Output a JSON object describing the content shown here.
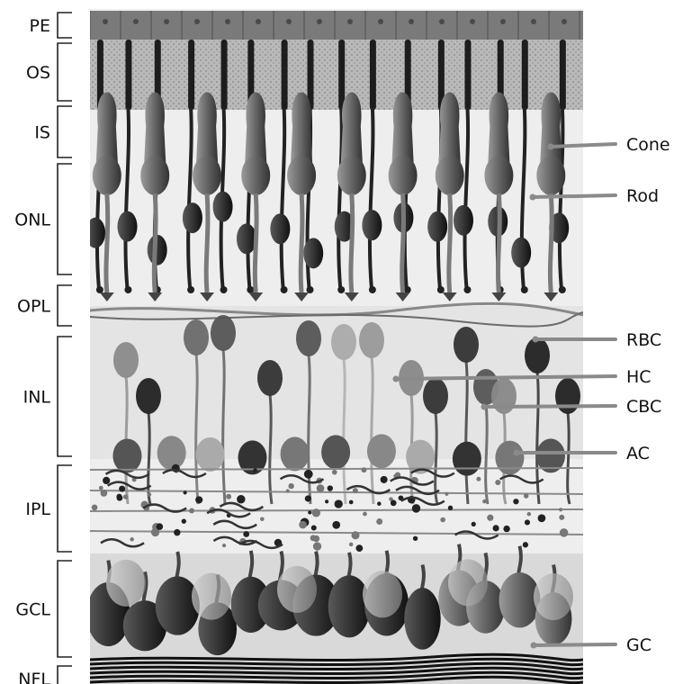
{
  "layers": [
    {
      "id": "pe",
      "label": "PE"
    },
    {
      "id": "os",
      "label": "OS"
    },
    {
      "id": "is",
      "label": "IS"
    },
    {
      "id": "onl",
      "label": "ONL"
    },
    {
      "id": "opl",
      "label": "OPL"
    },
    {
      "id": "inl",
      "label": "INL"
    },
    {
      "id": "ipl",
      "label": "IPL"
    },
    {
      "id": "gcl",
      "label": "GCL"
    },
    {
      "id": "nfl",
      "label": "NFL"
    }
  ],
  "cell_types": [
    {
      "id": "cone",
      "label": "Cone"
    },
    {
      "id": "rod",
      "label": "Rod"
    },
    {
      "id": "rbc",
      "label": "RBC"
    },
    {
      "id": "hc",
      "label": "HC"
    },
    {
      "id": "cbc",
      "label": "CBC"
    },
    {
      "id": "ac",
      "label": "AC"
    },
    {
      "id": "gc",
      "label": "GC"
    }
  ],
  "colors": {
    "background": "#ffffff",
    "text": "#111111",
    "bracket": "#222222",
    "leader": "#8a8a8a",
    "cell_dark": "#2b2b2b",
    "cell_mid": "#6e6e6e",
    "cell_light": "#a8a8a8",
    "tissue": "#d8d8d8"
  }
}
